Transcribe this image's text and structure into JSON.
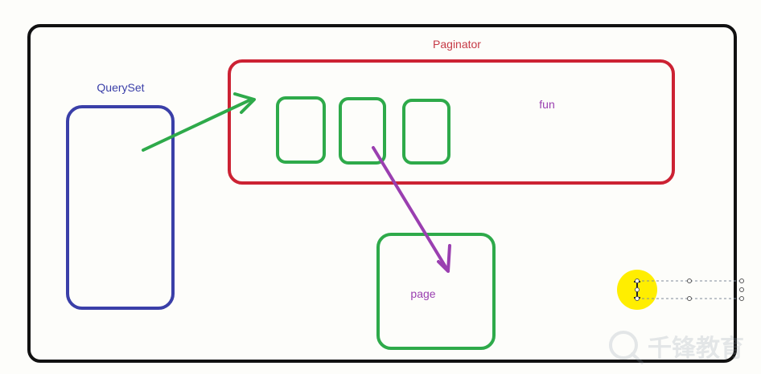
{
  "diagram": {
    "labels": {
      "paginator": "Paginator",
      "queryset": "QuerySet",
      "fun": "fun",
      "page": "page"
    },
    "watermark": "千锋教育",
    "colors": {
      "frame": "#111111",
      "paginator": "#cc2233",
      "queryset": "#3a3fa8",
      "page_box": "#2eaa4a",
      "green_arrow": "#2eaa4a",
      "purple_arrow": "#9a3fb0",
      "label_paginator": "#c63a46",
      "label_queryset": "#3a3fa8",
      "label_fun": "#9a3fb0",
      "label_page": "#9a3fb0",
      "cursor_highlight": "#ffee00"
    }
  }
}
